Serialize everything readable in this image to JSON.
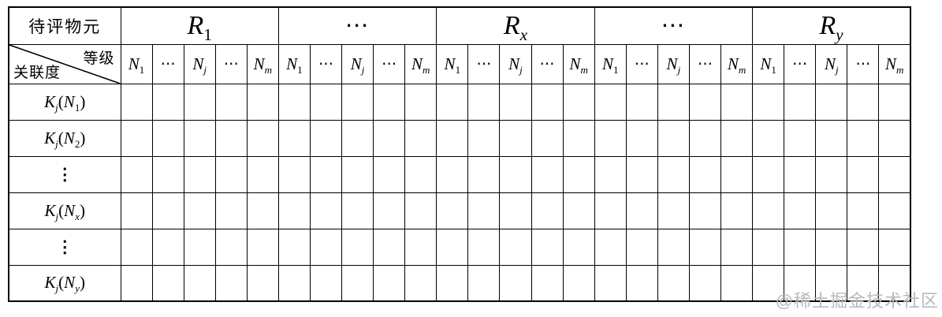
{
  "page": {
    "background_color": "#ffffff",
    "border_color": "#000000"
  },
  "watermark": {
    "text": "@稀土掘金技术社区",
    "color": "#b9b9b9"
  },
  "table": {
    "corner_label": "待评物元",
    "diagonal": {
      "top_right": "等级",
      "bottom_left": "关联度"
    },
    "groups": [
      {
        "base": "R",
        "sub": "1"
      },
      {
        "base": "⋯",
        "sub": ""
      },
      {
        "base": "R",
        "sub": "x"
      },
      {
        "base": "⋯",
        "sub": ""
      },
      {
        "base": "R",
        "sub": "y"
      }
    ],
    "subheader_pattern": [
      {
        "base": "N",
        "sub": "1"
      },
      {
        "base": "⋯",
        "sub": ""
      },
      {
        "base": "N",
        "sub": "j"
      },
      {
        "base": "⋯",
        "sub": ""
      },
      {
        "base": "N",
        "sub": "m"
      }
    ],
    "rows": [
      {
        "type": "expr",
        "func": "K",
        "funcsub": "j",
        "open": "(",
        "arg": "N",
        "argsub": "1",
        "close": ")"
      },
      {
        "type": "expr",
        "func": "K",
        "funcsub": "j",
        "open": "(",
        "arg": "N",
        "argsub": "2",
        "close": ")"
      },
      {
        "type": "vdots",
        "symbol": "⋮"
      },
      {
        "type": "expr",
        "func": "K",
        "funcsub": "j",
        "open": "(",
        "arg": "N",
        "argsub": "x",
        "close": ")"
      },
      {
        "type": "vdots",
        "symbol": "⋮"
      },
      {
        "type": "expr",
        "func": "K",
        "funcsub": "j",
        "open": "(",
        "arg": "N",
        "argsub": "y",
        "close": ")"
      }
    ],
    "body_cells": {
      "value": ""
    }
  }
}
